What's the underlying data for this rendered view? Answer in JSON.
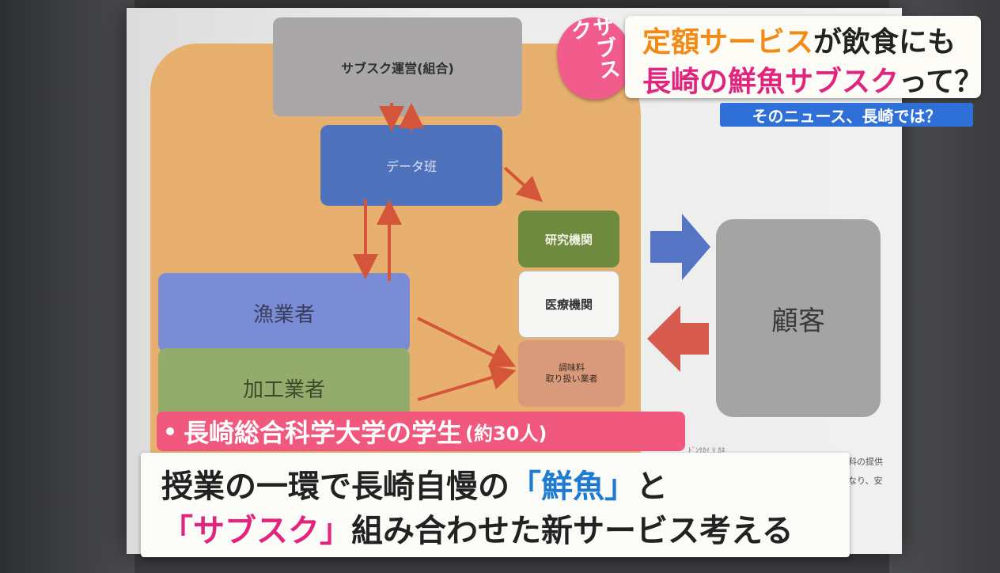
{
  "slide": {
    "boxes": {
      "subscription_operator": "サブスク運営(組合)",
      "data_team": "データ班",
      "research": "研究機関",
      "medical": "医療機関",
      "seasoning_line1": "調味料",
      "seasoning_line2": "取り扱い業者",
      "fishers": "漁業者",
      "processors": "加工業者",
      "customers": "顧客"
    },
    "note_right_line1": "料の提供",
    "note_right_line2": "なり、安",
    "note_left": "ﾄﾞﾝｹｶｲ ﾘ ｶﾈ"
  },
  "headline": {
    "badge": "サブスク",
    "line1_a": "定額サービス",
    "line1_b": "が飲食にも",
    "line2_a": "長崎の鮮魚サブスク",
    "line2_b": "って？"
  },
  "news_tag": "そのニュース、長崎では？",
  "speaker": {
    "name": "長崎総合科学大学の学生",
    "count": "(約30人)"
  },
  "caption": {
    "line1_a": "授業の一環で長崎自慢の",
    "line1_b": "「鮮魚」",
    "line1_c": "と",
    "line2_a": "「サブスク」",
    "line2_b": "組み合わせた新サービス考える"
  },
  "colors": {
    "union_bg": "#e8b06f",
    "headline_red": "#e4322f",
    "headline_pink": "#e0257f",
    "news_blue": "#2f6fd8",
    "speaker_pink": "#f0587e"
  }
}
